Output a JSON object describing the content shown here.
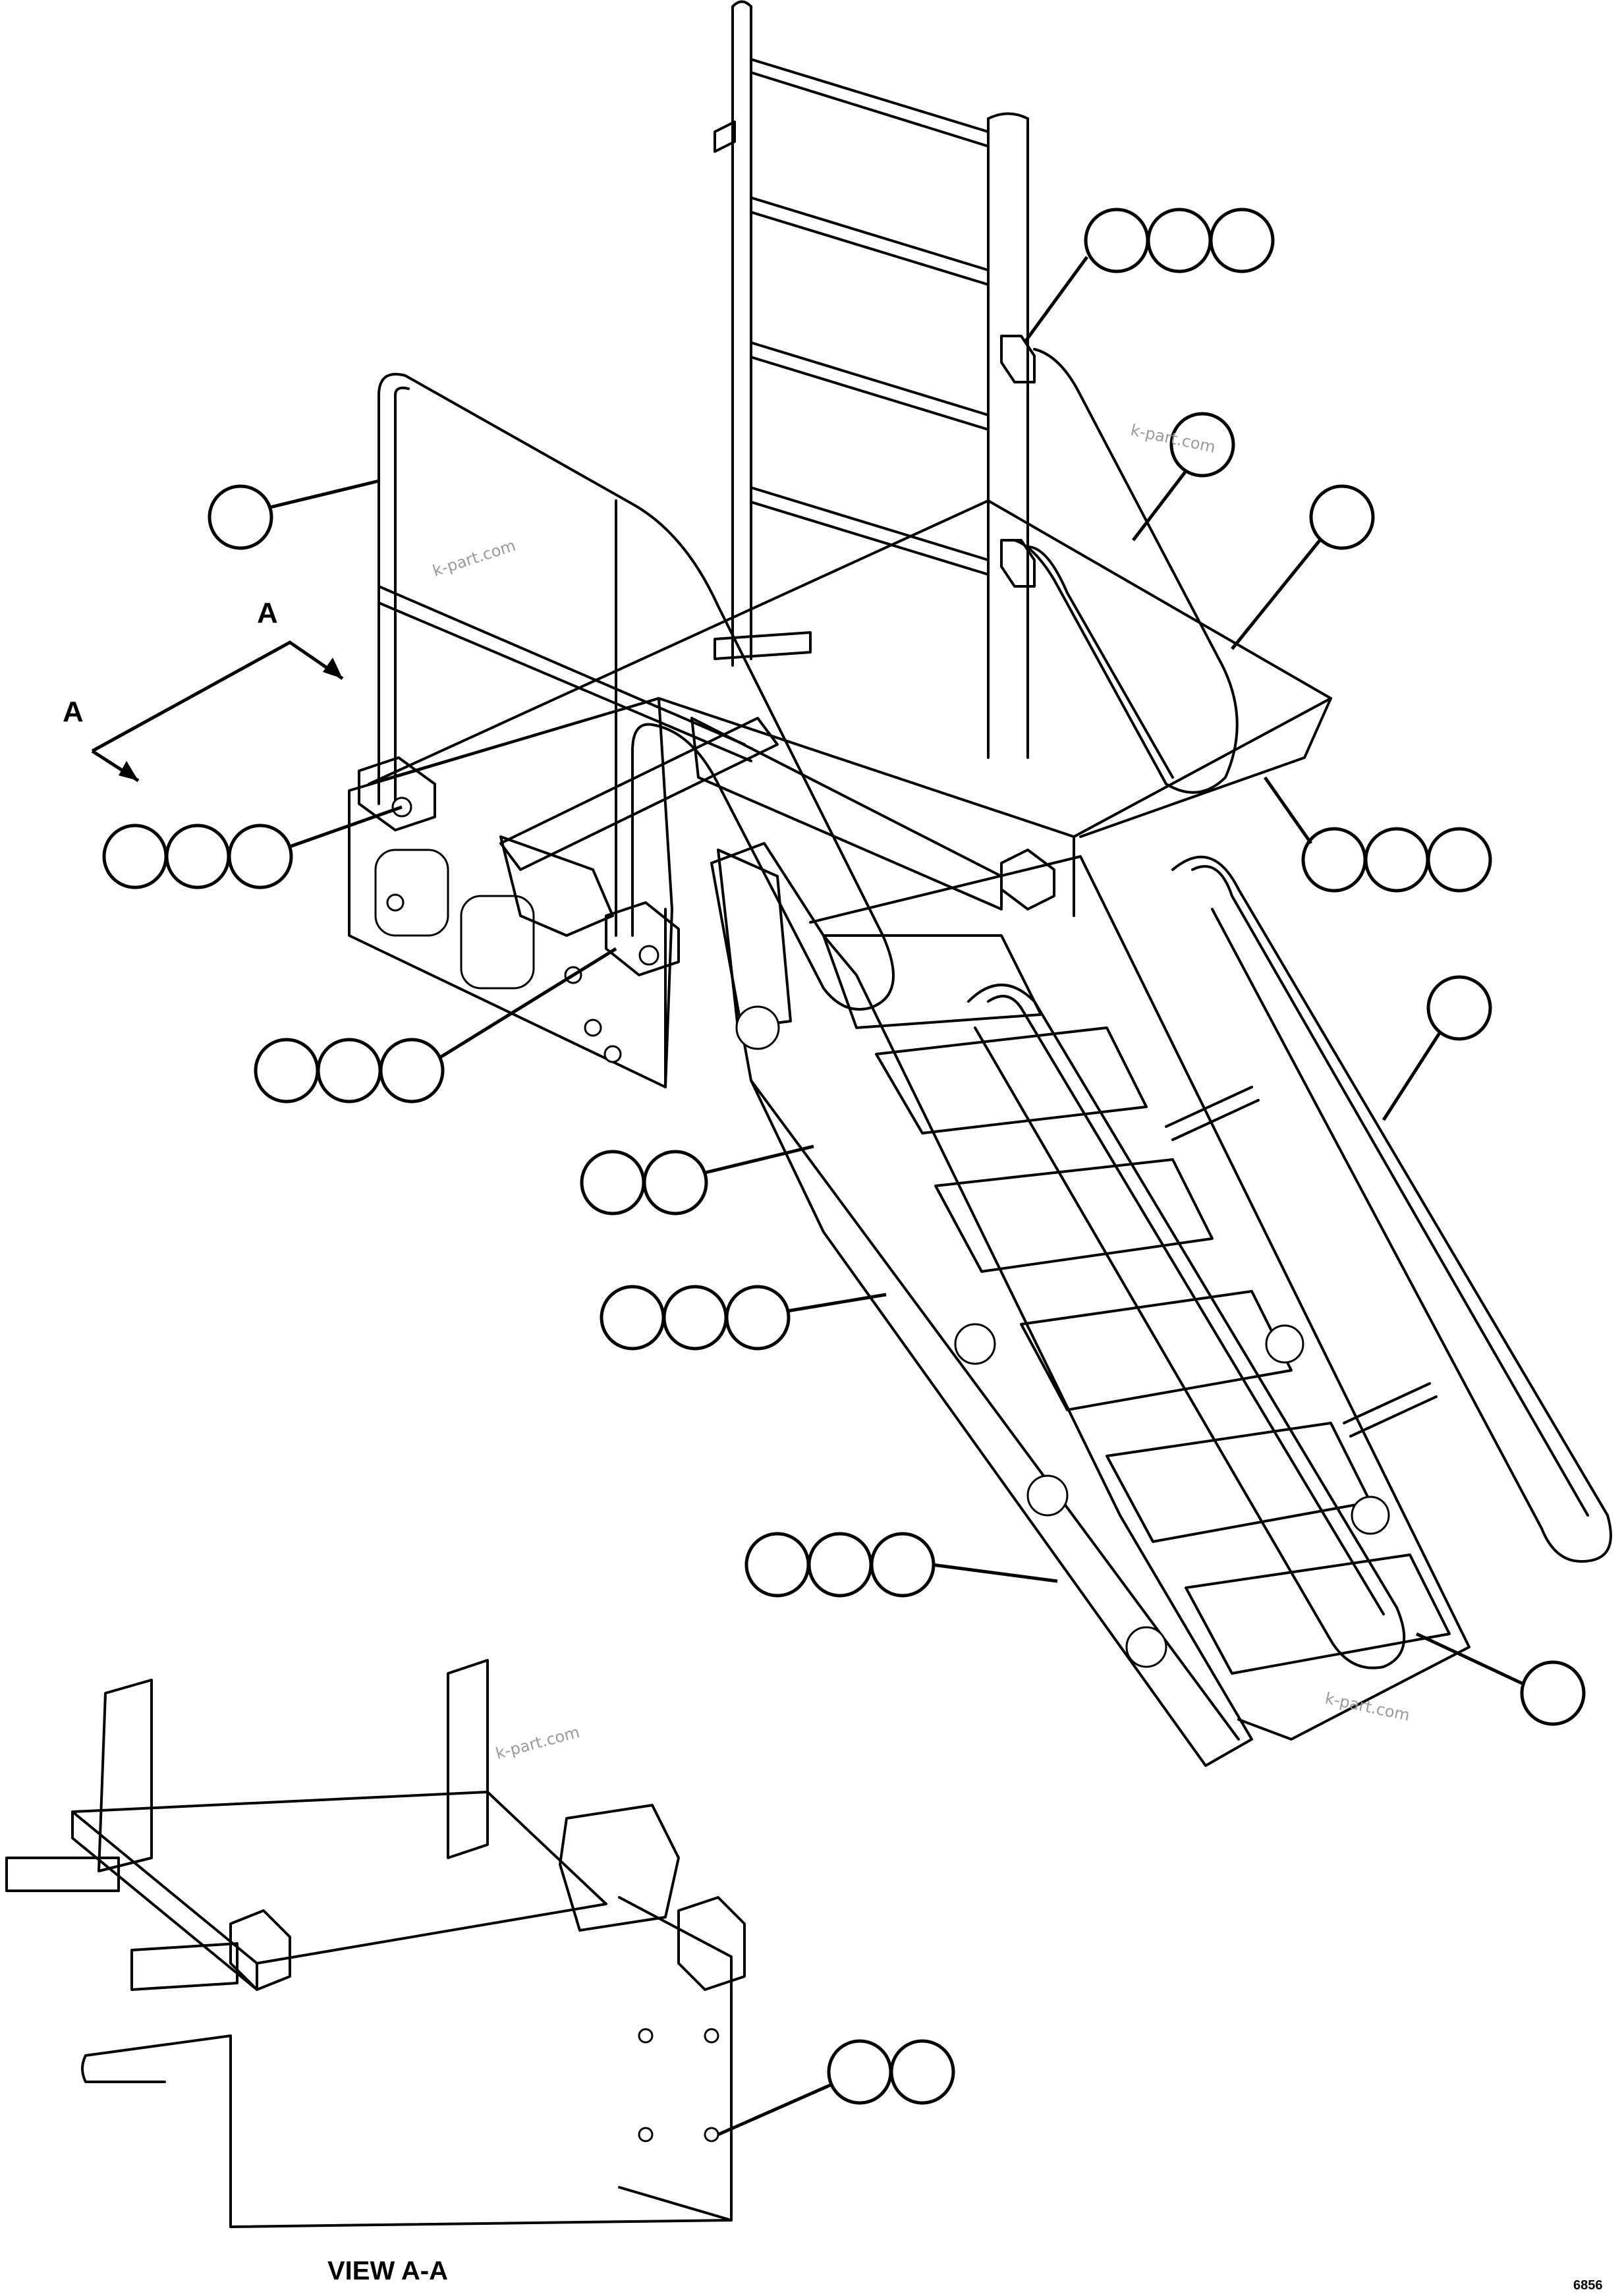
{
  "view_markers": {
    "section_letter_upper": "A",
    "section_letter_lower": "A"
  },
  "view_caption": "VIEW A-A",
  "watermark": "k-part.com",
  "sheet_code": "6856"
}
